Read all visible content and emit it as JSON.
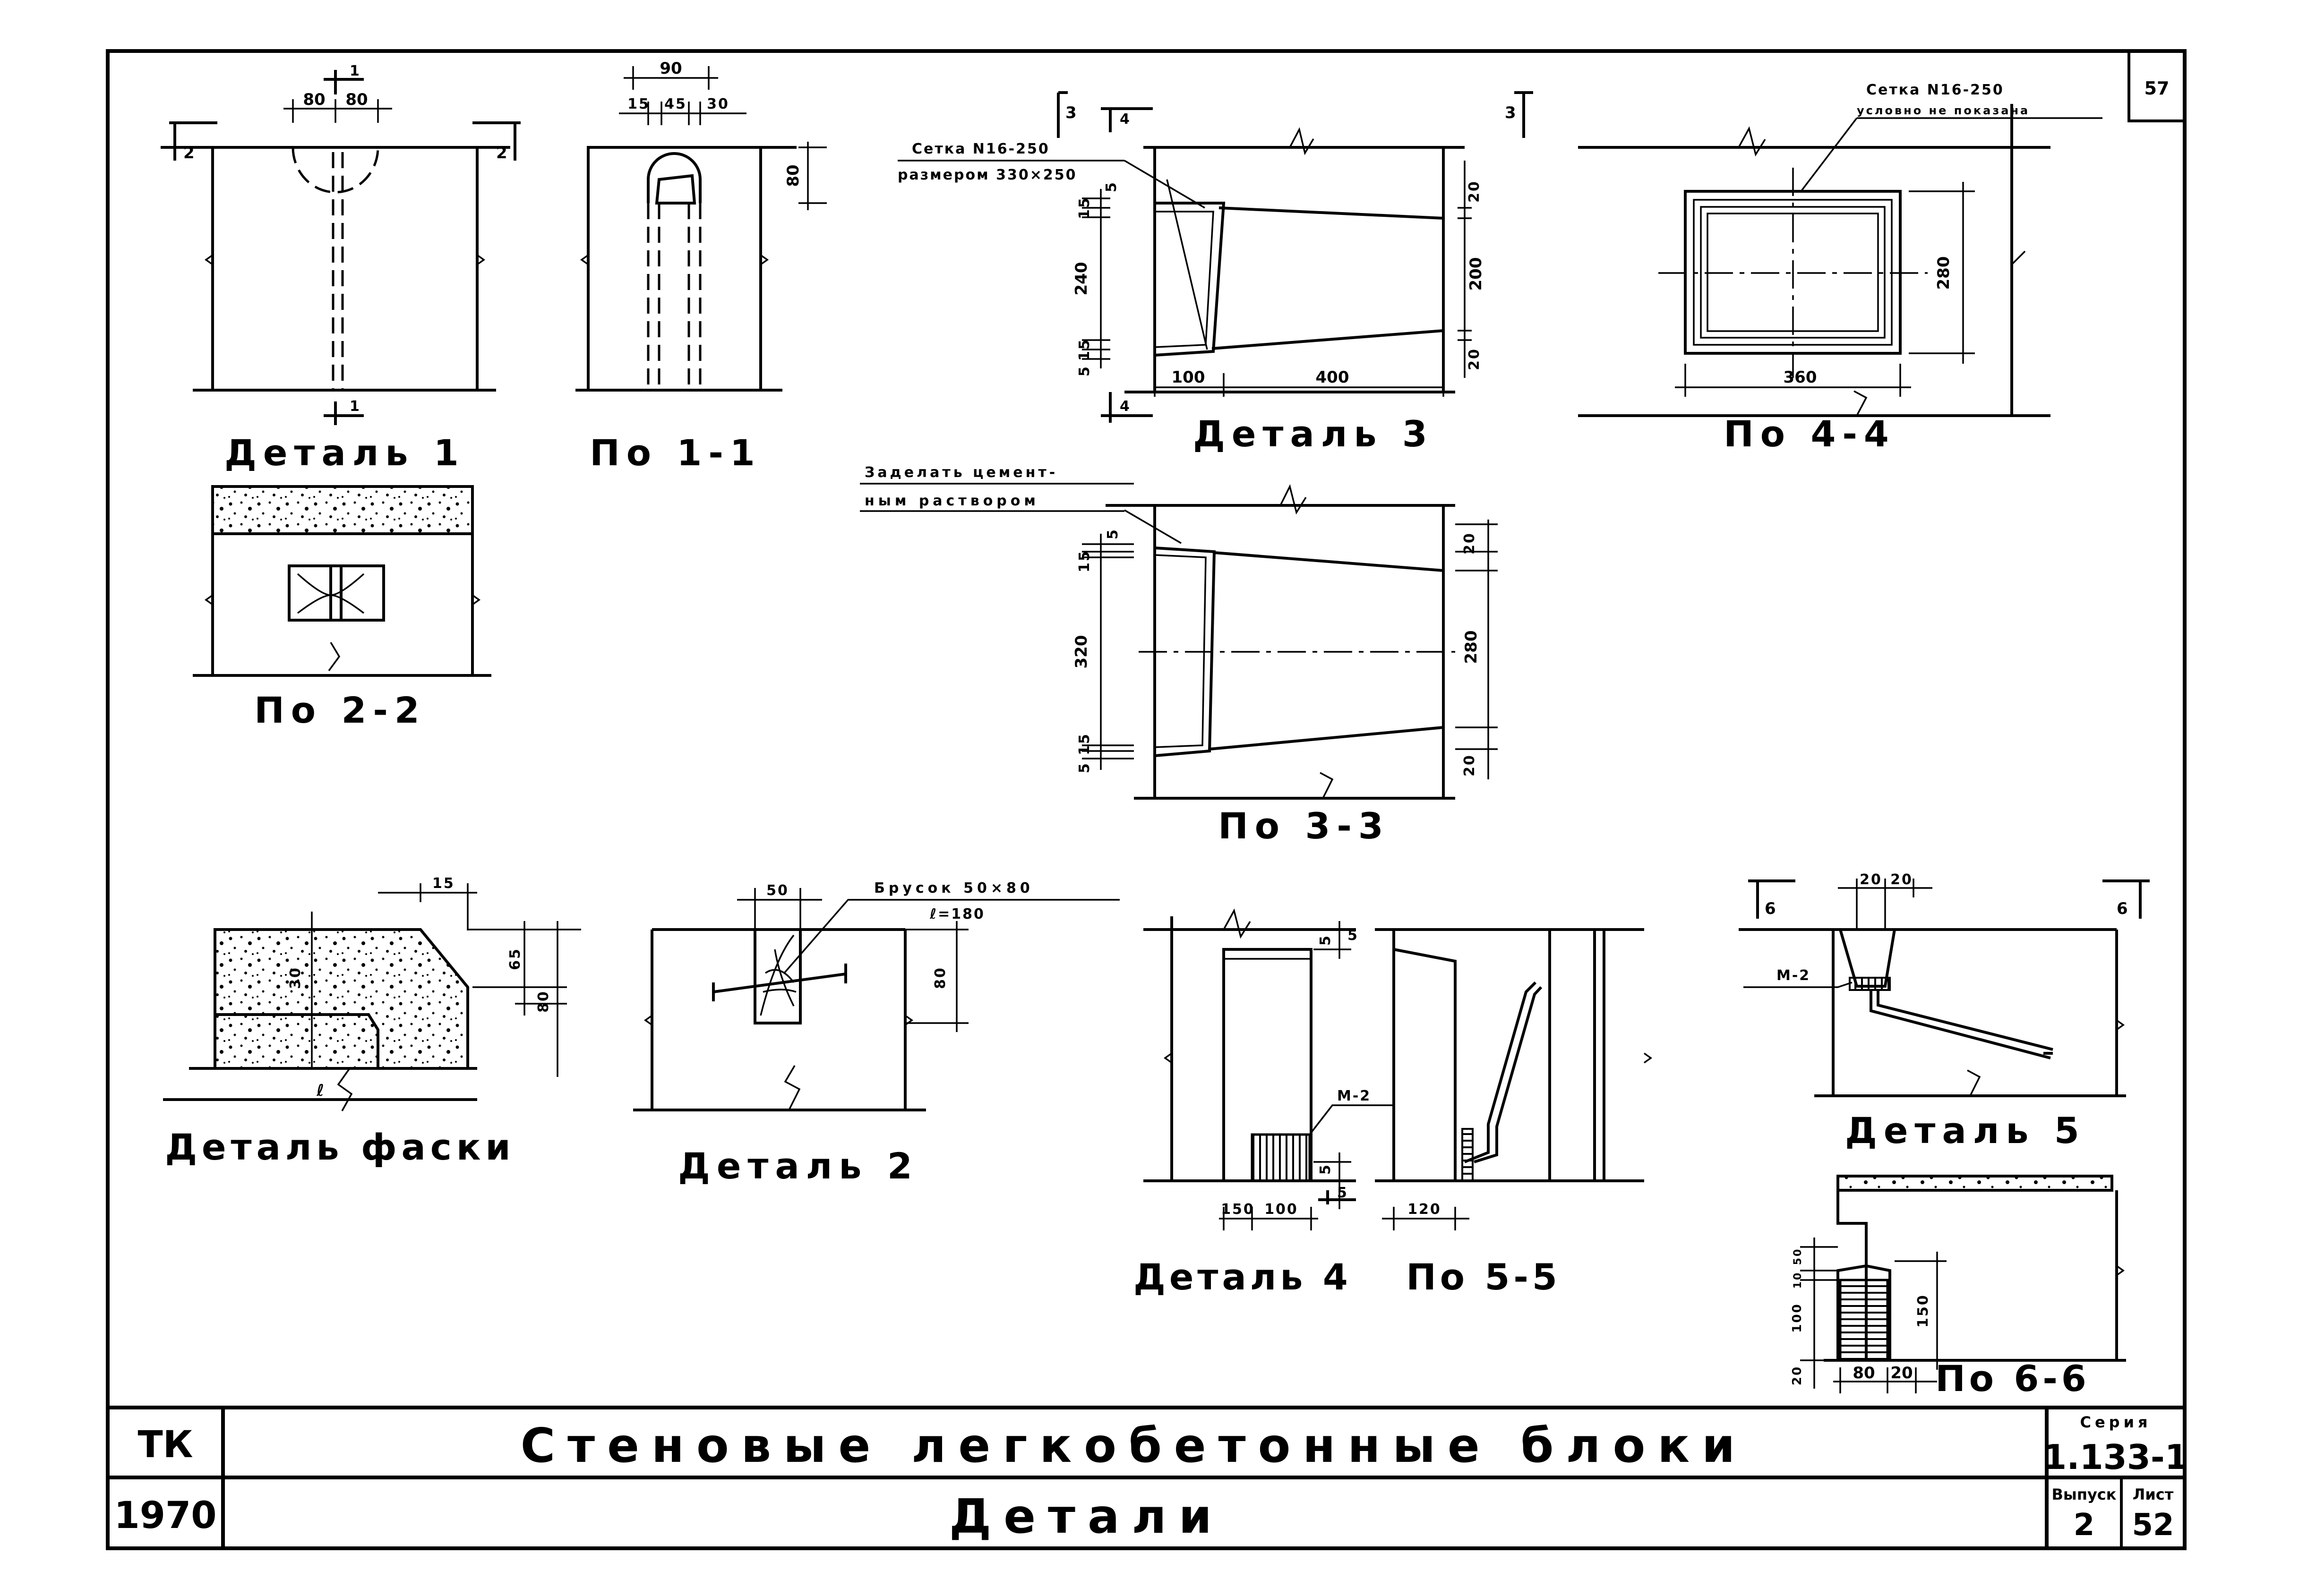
{
  "sheet": {
    "sheet_number": "57",
    "title_main": "Стеновые легкобетонные блоки",
    "title_sub": "Детали",
    "org": "ТК",
    "year": "1970",
    "series_label": "Серия",
    "series_value": "1.133-1",
    "issue_label": "Выпуск",
    "issue_value": "2",
    "list_label": "Лист",
    "list_value": "52"
  },
  "captions": {
    "detail1": "Деталь 1",
    "section11": "По 1-1",
    "detail3": "Деталь 3",
    "section44": "По 4-4",
    "section22": "По 2-2",
    "section33": "По 3-3",
    "chamfer": "Деталь фаски",
    "detail2": "Деталь 2",
    "detail4": "Деталь 4",
    "section55": "По 5-5",
    "detail5": "Деталь 5",
    "section66": "По 6-6"
  },
  "notes": {
    "mesh_d3_line1": "Сетка N16-250",
    "mesh_d3_line2": "размером 330×250",
    "mesh_44_line1": "Сетка N16-250",
    "mesh_44_line2": "условно не показана",
    "seal_line1": "Заделать цемент-",
    "seal_line2": "ным раствором",
    "bar_label": "Брусок 50×80",
    "bar_length": "ℓ=180",
    "m2_a": "М-2",
    "m2_b": "М-2",
    "ell": "ℓ"
  },
  "markers": {
    "s2_left": "2",
    "s2_right": "2",
    "s1_top": "1",
    "s1_bottom": "1",
    "s3_left": "3",
    "s3_right": "3",
    "s4_top": "4",
    "s4_bottom": "4",
    "s5_top": "5",
    "s5_bottom": "5",
    "s6_left": "6",
    "s6_right": "6"
  },
  "dims": {
    "d1_a": "80",
    "d1_b": "80",
    "s11_total": "90",
    "s11_a": "15",
    "s11_b": "45",
    "s11_c": "30",
    "s11_h": "80",
    "d3_a": "15",
    "d3_b": "5",
    "d3_c": "240",
    "d3_d": "15",
    "d3_e": "5",
    "d3_f": "100",
    "d3_g": "400",
    "d3_r1": "20",
    "d3_r2": "200",
    "d3_r3": "20",
    "s44_h": "280",
    "s44_w": "360",
    "s33_a": "5",
    "s33_b": "15",
    "s33_c": "320",
    "s33_d": "15",
    "s33_e": "5",
    "s33_r1": "20",
    "s33_r2": "280",
    "s33_r3": "20",
    "ch_a": "15",
    "ch_b": "30",
    "ch_c": "65",
    "ch_d": "80",
    "d2_a": "50",
    "d2_b": "80",
    "d4_a": "5",
    "d4_b": "5",
    "d4_c": "150",
    "d4_d": "100",
    "s55_a": "120",
    "d5_a": "20",
    "d5_b": "20",
    "s66_a": "10",
    "s66_b": "50",
    "s66_c": "100",
    "s66_d": "20",
    "s66_e": "150",
    "s66_f": "80",
    "s66_g": "20"
  }
}
